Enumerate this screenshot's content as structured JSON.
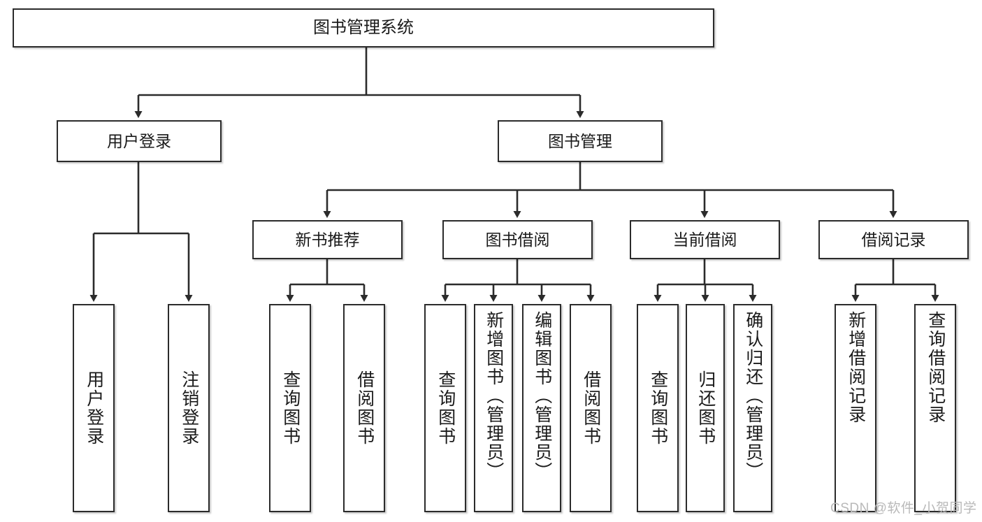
{
  "diagram": {
    "title": "图书管理系统",
    "type": "tree",
    "root": {
      "id": "root",
      "label": "图书管理系统"
    },
    "level1": [
      {
        "id": "user-login",
        "label": "用户登录"
      },
      {
        "id": "book-manage",
        "label": "图书管理"
      }
    ],
    "level2": [
      {
        "id": "new-book-recommend",
        "label": "新书推荐",
        "parent": "book-manage"
      },
      {
        "id": "book-borrow",
        "label": "图书借阅",
        "parent": "book-manage"
      },
      {
        "id": "current-borrow",
        "label": "当前借阅",
        "parent": "book-manage"
      },
      {
        "id": "borrow-record",
        "label": "借阅记录",
        "parent": "book-manage"
      }
    ],
    "leaves": [
      {
        "id": "leaf-user-login",
        "label": "用户登录",
        "parent": "user-login"
      },
      {
        "id": "leaf-logout-login",
        "label": "注销登录",
        "parent": "user-login"
      },
      {
        "id": "leaf-query-book-1",
        "label": "查询图书",
        "parent": "new-book-recommend"
      },
      {
        "id": "leaf-borrow-book-1",
        "label": "借阅图书",
        "parent": "new-book-recommend"
      },
      {
        "id": "leaf-query-book-2",
        "label": "查询图书",
        "parent": "book-borrow"
      },
      {
        "id": "leaf-add-book",
        "label": "新增图书（管理员）",
        "parent": "book-borrow"
      },
      {
        "id": "leaf-edit-book",
        "label": "编辑图书（管理员）",
        "parent": "book-borrow"
      },
      {
        "id": "leaf-borrow-book-2",
        "label": "借阅图书",
        "parent": "book-borrow"
      },
      {
        "id": "leaf-query-book-3",
        "label": "查询图书",
        "parent": "current-borrow"
      },
      {
        "id": "leaf-return-book",
        "label": "归还图书",
        "parent": "current-borrow"
      },
      {
        "id": "leaf-confirm-return",
        "label": "确认归还（管理员）",
        "parent": "current-borrow"
      },
      {
        "id": "leaf-add-record",
        "label": "新增借阅记录",
        "parent": "borrow-record"
      },
      {
        "id": "leaf-query-record",
        "label": "查询借阅记录",
        "parent": "borrow-record"
      }
    ],
    "colors": {
      "stroke": "#2b2b2b",
      "fill": "#ffffff",
      "text": "#1a1a1a",
      "watermark": "#b9b9b9"
    }
  },
  "watermark": {
    "text": "CSDN @软件_小贺同学"
  }
}
